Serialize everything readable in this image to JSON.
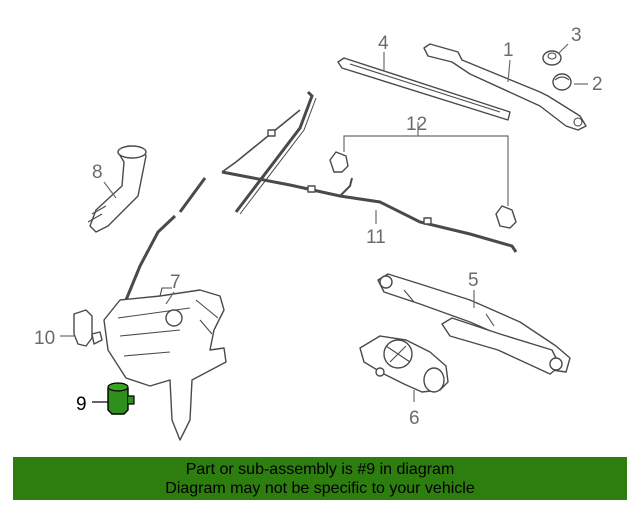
{
  "diagram": {
    "callouts": [
      "1",
      "2",
      "3",
      "4",
      "5",
      "6",
      "7",
      "8",
      "9",
      "10",
      "11",
      "12"
    ],
    "selected_part": "9",
    "colors": {
      "highlight_part": "#2f8f1c",
      "banner_background": "#2e7d0f",
      "line_art": "#4a4a4a",
      "callout_text": "#6b6b6b"
    }
  },
  "footer": {
    "line1": "Part or sub-assembly is #9 in diagram",
    "line2": "Diagram may not be specific to your vehicle"
  }
}
